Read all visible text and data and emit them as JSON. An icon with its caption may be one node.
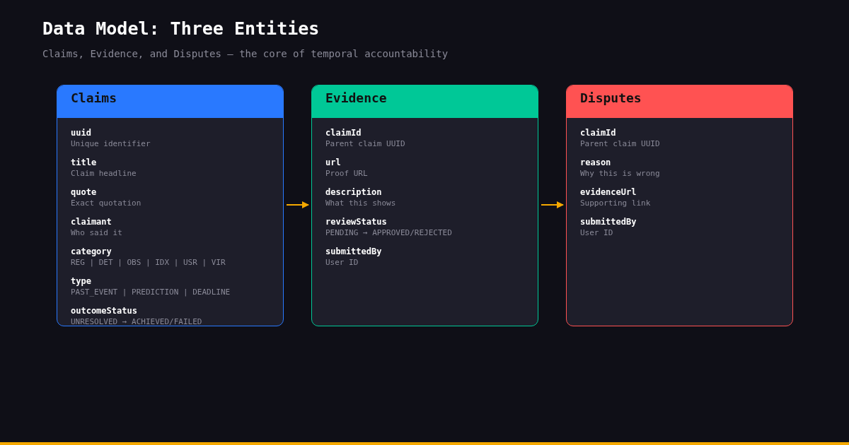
{
  "diagram": {
    "title": "Data Model: Three Entities",
    "caption": "Claims, Evidence, and Disputes — the core of temporal accountability",
    "nodes": [
      {
        "text": [
          "Claims",
          "uuid",
          "Unique identifier",
          "title",
          "Claim headline",
          "quote",
          "Exact quotation",
          "claimant",
          "Who said it",
          "category",
          "REG | DET | OBS | IDX | USR | VIR",
          "type",
          "PAST_EVENT | PREDICTION | DEADLINE",
          "outcomeStatus",
          "UNRESOLVED → ACHIEVED/FAILED"
        ]
      },
      {
        "text": [
          "Evidence",
          "claimId",
          "Parent claim UUID",
          "url",
          "Proof URL",
          "description",
          "What this shows",
          "reviewStatus",
          "PENDING → APPROVED/REJECTED",
          "submittedBy",
          "User ID"
        ]
      },
      {
        "text": [
          "Disputes",
          "claimId",
          "Parent claim UUID",
          "reason",
          "Why this is wrong",
          "evidenceUrl",
          "Supporting link",
          "submittedBy",
          "User ID"
        ]
      }
    ],
    "edges": [
      {
        "from": 0,
        "to": 1,
        "arrow": "to"
      },
      {
        "from": 1,
        "to": 2,
        "arrow": "to"
      }
    ]
  }
}
